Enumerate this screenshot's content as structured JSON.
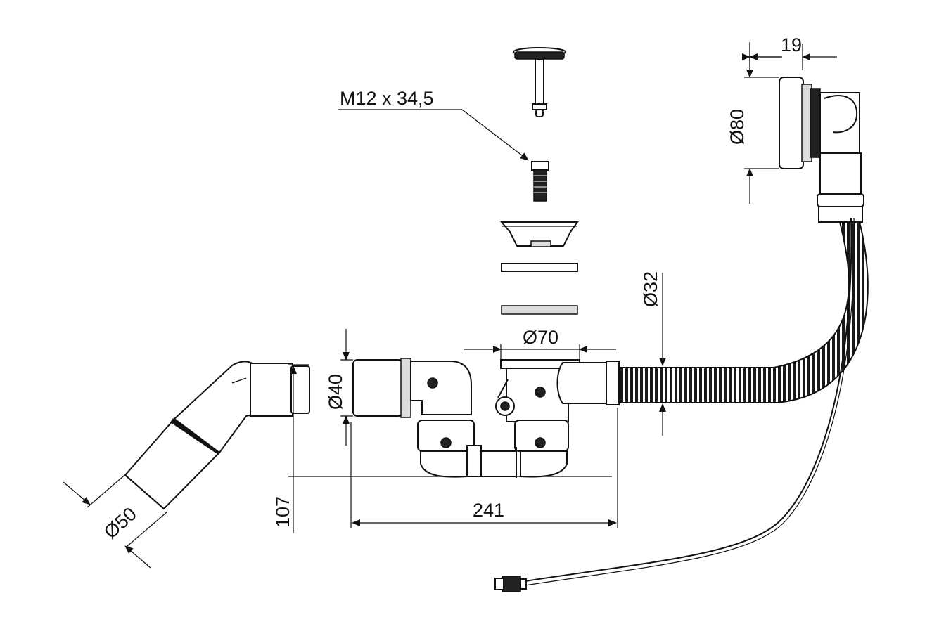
{
  "labels": {
    "thread": "M12 x 34,5",
    "overflow_depth": "19",
    "overflow_diameter": "Ø80",
    "hose_diameter": "Ø32",
    "drain_diameter": "Ø70",
    "inlet_diameter": "Ø40",
    "outlet_diameter": "Ø50",
    "height": "107",
    "length": "241"
  },
  "colors": {
    "line": "#111111",
    "fill": "#ffffff",
    "shade": "#dcdcdc",
    "dark": "#222222"
  }
}
